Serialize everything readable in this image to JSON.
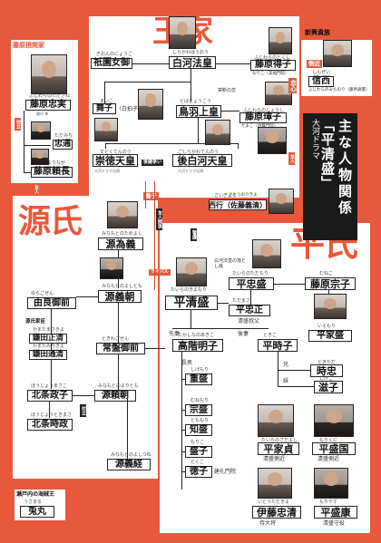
{
  "title": {
    "small": "大河ドラマ",
    "main": "「平清盛」",
    "sub": "主な人物関係"
  },
  "clans": {
    "imperial": "王家",
    "genji": "源氏",
    "heishi": "平氏"
  },
  "groups": {
    "fujiwara_sekkan": "藤原摂関家",
    "shinko_kizoku": "新興貴族",
    "minamoto_vassals": "源氏家臣",
    "pirates": "瀬戸内の海賊王"
  },
  "people": {
    "tadazane": {
      "ruby": "ふじわらのただざね",
      "name": "藤原忠実",
      "actor": "國村 隼"
    },
    "tadamichi": {
      "ruby": "ただみち",
      "name": "忠通"
    },
    "yorinaga": {
      "ruby": "よりなが",
      "name": "藤原頼長"
    },
    "gion": {
      "ruby": "ぎおんのにょうご",
      "name": "祇園女御"
    },
    "shirakawa": {
      "ruby": "しらかわほうおう",
      "name": "白河法皇"
    },
    "tokushi": {
      "ruby": "ふじわらのとくし",
      "name": "藤原得子",
      "sub": "なりこ（美福門院）"
    },
    "shinzei": {
      "ruby": "しんぜい",
      "name": "信西",
      "sub": "ふじわらのみちのり（藤原通憲）"
    },
    "maiko": {
      "ruby": "まいこ",
      "name": "舞子",
      "sub": "（白拍子）"
    },
    "toba": {
      "ruby": "とばじょうこう",
      "name": "鳥羽上皇"
    },
    "shoshi": {
      "ruby": "ふじわらのしょうし",
      "name": "藤原璋子",
      "sub": "たまこ（待賢門院）"
    },
    "sutoku": {
      "ruby": "すとくてんのう",
      "name": "崇徳天皇"
    },
    "goshirakawa": {
      "ruby": "ごしらかわてんのう",
      "name": "後白河天皇"
    },
    "saigyo": {
      "ruby": "さいぎょう",
      "name": "西行（佐藤義清）",
      "sub": "さとうのりきよ"
    },
    "tameyoshi": {
      "ruby": "みなもとのためよし",
      "name": "源為義"
    },
    "yoshitomo": {
      "ruby": "みなもとのよしとも",
      "name": "源義朝"
    },
    "yurago": {
      "ruby": "ゆらごぜん",
      "name": "由良御前"
    },
    "masakiyo": {
      "ruby": "かまたまさきよ",
      "name": "鎌田正清"
    },
    "michikiyo": {
      "ruby": "かまたみちきよ",
      "name": "鎌田通清"
    },
    "tokiwa": {
      "ruby": "ときわごぜん",
      "name": "常盤御前"
    },
    "masako": {
      "ruby": "ほうじょうまさこ",
      "name": "北条政子"
    },
    "yoritomo": {
      "ruby": "みなもとのよりとも",
      "name": "源頼朝"
    },
    "tokimasa": {
      "ruby": "ほうじょうときまさ",
      "name": "北条時政"
    },
    "yoshitsune": {
      "ruby": "みなもとのよしつね",
      "name": "源義経"
    },
    "usumaru": {
      "ruby": "うさまる",
      "name": "兎丸"
    },
    "tadamori": {
      "ruby": "たいらのただもり",
      "name": "平忠盛"
    },
    "muneko": {
      "ruby": "むねこ",
      "name": "藤原宗子"
    },
    "tadamasa": {
      "ruby": "ただまさ",
      "name": "平忠正",
      "sub": "清盛叔父"
    },
    "iemori": {
      "ruby": "いえもり",
      "name": "平家盛"
    },
    "kiyomori": {
      "ruby": "たいらのきよもり",
      "name": "平清盛"
    },
    "akiko": {
      "ruby": "たかしなのあきこ",
      "name": "高階明子"
    },
    "tokiko": {
      "ruby": "ときこ",
      "name": "平時子"
    },
    "tokitada": {
      "ruby": "ときただ",
      "name": "時忠"
    },
    "shigeko": {
      "ruby": "しげこ",
      "name": "滋子"
    },
    "shigemori": {
      "ruby": "しげもり",
      "name": "重盛"
    },
    "munemori": {
      "ruby": "むねもり",
      "name": "宗盛"
    },
    "tomomori": {
      "ruby": "とももり",
      "name": "知盛"
    },
    "moriko": {
      "ruby": "もりこ",
      "name": "盛子"
    },
    "tokuko": {
      "ruby": "とくこ",
      "name": "徳子"
    },
    "sadayoshi": {
      "ruby": "たいらのさだよし",
      "name": "平家貞",
      "sub": "清盛側近"
    },
    "morikuni": {
      "ruby": "もりくに",
      "name": "平盛国",
      "sub": "清盛側近"
    },
    "tadakiyo": {
      "ruby": "いとうただきよ",
      "name": "伊藤忠清",
      "sub": "侍大将"
    },
    "moriyasu": {
      "ruby": "もりやす",
      "name": "平盛康",
      "sub": "清盛守役"
    }
  },
  "tags": {
    "rival": "対立",
    "close": "側近",
    "love": "恋心",
    "adopt": "養子",
    "ally": "友人関係",
    "shogun": "後継争い",
    "raibaru": "ライバル",
    "seishi": "正室",
    "tsuma": "妻",
    "kinshin": "禁断の恋",
    "yoshi": "養子",
    "guard": "警護",
    "wife2": "後妻",
    "first": "先妻",
    "eldest": "長男",
    "sister": "妹",
    "brother": "兄",
    "girl": "建礼門院",
    "kokoro": "白河法皇の落とし胤",
    "friend": "友人"
  },
  "captions": {
    "cap1": "大河ドラマ出演",
    "cap2": "大河ドラマ出演"
  }
}
